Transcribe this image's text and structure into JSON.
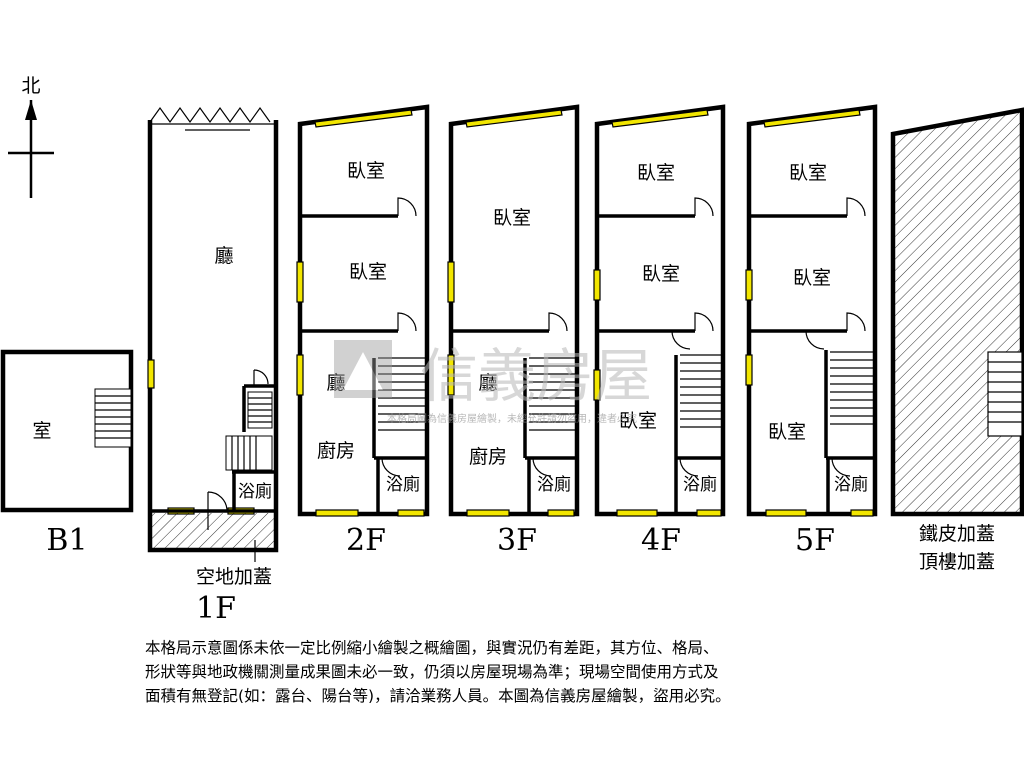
{
  "compass": {
    "label": "北"
  },
  "floors": {
    "b1": {
      "level": "B1",
      "room": "室"
    },
    "f1": {
      "level": "1F",
      "living": "廳",
      "bath": "浴廁",
      "annex": "空地加蓋"
    },
    "f2": {
      "level": "2F",
      "bedroom1": "臥室",
      "bedroom2": "臥室",
      "living": "廳",
      "kitchen": "廚房",
      "bath": "浴廁"
    },
    "f3": {
      "level": "3F",
      "bedroom1": "臥室",
      "living": "廳",
      "kitchen": "廚房",
      "bath": "浴廁"
    },
    "f4": {
      "level": "4F",
      "bedroom1": "臥室",
      "bedroom2": "臥室",
      "bedroom3": "臥室",
      "bath": "浴廁"
    },
    "f5": {
      "level": "5F",
      "bedroom1": "臥室",
      "bedroom2": "臥室",
      "bedroom3": "臥室",
      "bath": "浴廁"
    },
    "roof": {
      "label_line1": "鐵皮加蓋",
      "label_line2": "頂樓加蓋"
    }
  },
  "watermark": {
    "brand": "信義房屋",
    "notice": "本格局圖為信義房屋繪製，未經允許請勿盜用，違者必究"
  },
  "disclaimer": {
    "line1": "本格局示意圖係未依一定比例縮小繪製之概繪圖，與實況仍有差距，其方位、格局、",
    "line2": "形狀等與地政機關測量成果圖未必一致，仍須以房屋現場為準；現場空間使用方式及",
    "line3": "面積有無登記(如：露台、陽台等)，請洽業務人員。本圖為信義房屋繪製，盜用必究。"
  },
  "colors": {
    "window": "#f2e600",
    "wall": "#000000",
    "watermark": "#b8b8b8"
  }
}
